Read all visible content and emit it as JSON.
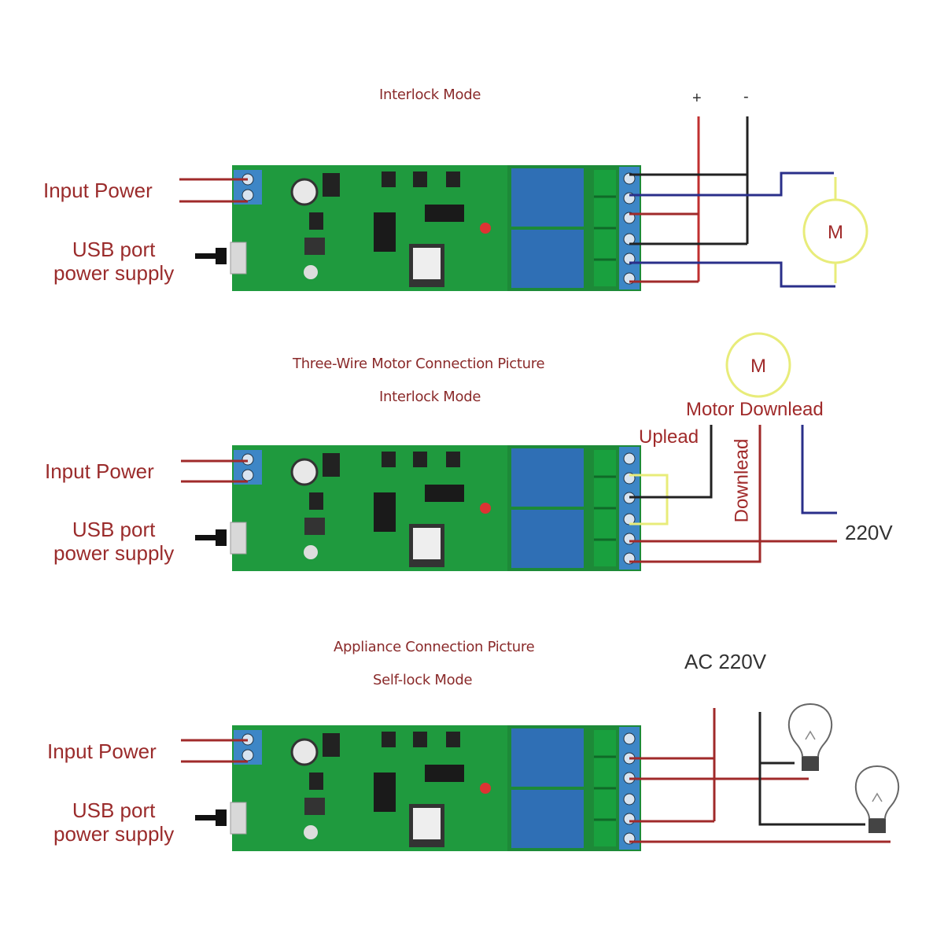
{
  "diagrams": [
    {
      "title": "Interlock Mode",
      "subtitle": "",
      "left_labels": {
        "input_power": "Input Power",
        "usb_line1": "USB port",
        "usb_line2": "power supply"
      },
      "terminals": {
        "plus": "+",
        "minus": "-"
      },
      "motor": "M"
    },
    {
      "title": "Three-Wire Motor Connection Picture",
      "subtitle": "Interlock Mode",
      "left_labels": {
        "input_power": "Input Power",
        "usb_line1": "USB port",
        "usb_line2": "power supply"
      },
      "motor": "M",
      "motor_label": "Motor Downlead",
      "uplead": "Uplead",
      "downlead": "Downlead",
      "voltage": "220V"
    },
    {
      "title": "Appliance Connection Picture",
      "subtitle": "Self-lock Mode",
      "left_labels": {
        "input_power": "Input Power",
        "usb_line1": "USB port",
        "usb_line2": "power supply"
      },
      "voltage": "AC 220V",
      "loads": [
        "light-bulb",
        "light-bulb"
      ]
    }
  ],
  "colors": {
    "pcb_green": "#1f9a3e",
    "relay_blue": "#2f6fb5",
    "terminal_blue": "#3d86c6",
    "wire_red": "#a02a2a",
    "wire_blue": "#2a2f8a",
    "wire_black": "#222222",
    "motor_yellow": "#e8ec7a",
    "label_red": "#9a2b2b"
  }
}
